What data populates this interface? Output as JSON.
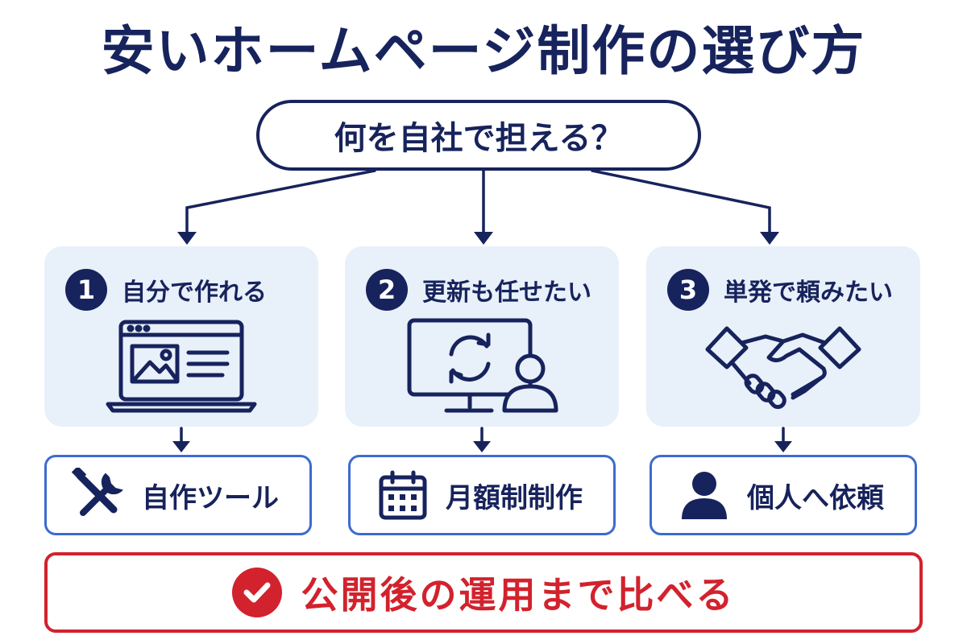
{
  "title": "安いホームページ制作の選び方",
  "question": "何を自社で担える？",
  "cards": [
    {
      "number": "1",
      "label": "自分で作れる",
      "icon": "laptop-icon",
      "option": "自作ツール",
      "option_icon": "tools-icon"
    },
    {
      "number": "2",
      "label": "更新も任せたい",
      "icon": "monitor-refresh-person-icon",
      "option": "月額制制作",
      "option_icon": "calendar-icon"
    },
    {
      "number": "3",
      "label": "単発で頼みたい",
      "icon": "handshake-icon",
      "option": "個人へ依頼",
      "option_icon": "person-icon"
    }
  ],
  "conclusion": "公開後の運用まで比べる",
  "colors": {
    "navy": "#17235c",
    "card_bg": "#e8f0fa",
    "option_border": "#3c6bd0",
    "red": "#d2222d"
  }
}
